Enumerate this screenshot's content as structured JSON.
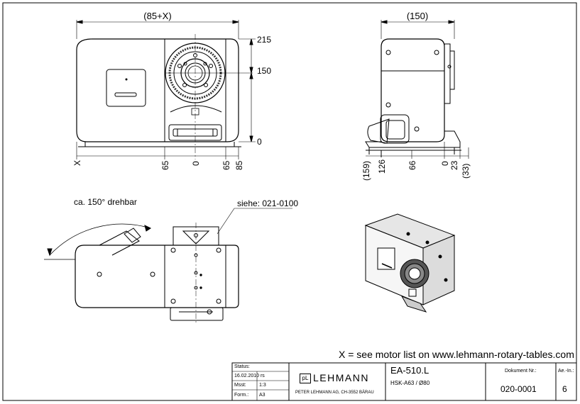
{
  "front_view": {
    "width_dim": "(85+X)",
    "dim_215": "215",
    "dim_150": "150",
    "dim_0": "0",
    "x_labels": [
      "X",
      "65",
      "0",
      "65",
      "85"
    ]
  },
  "side_view": {
    "width_dim": "(150)",
    "x_labels": [
      "(159)",
      "126",
      "66",
      "0",
      "23",
      "(33)"
    ]
  },
  "top_view": {
    "rotation_note": "ca. 150° drehbar",
    "reference_note": "siehe: 021-0100"
  },
  "motor_note": "X = see motor list on www.lehmann-rotary-tables.com",
  "title_block": {
    "status_label": "Status:",
    "date_value": "16.02.2010 rs",
    "scale_label": "Msst:",
    "scale_value": "1:3",
    "format_label": "Form.:",
    "format_value": "A3",
    "logo_badge": "pL",
    "logo_text": "LEHMANN",
    "company_line": "PETER LEHMANN AG, CH-3552 BÄRAU",
    "product_name": "EA-510.L",
    "product_spec": "HSK-A63 / Ø80",
    "doc_label": "Dokument Nr.:",
    "doc_number": "020-0001",
    "rev_label": "Ae.-In.:",
    "rev_value": "6"
  }
}
